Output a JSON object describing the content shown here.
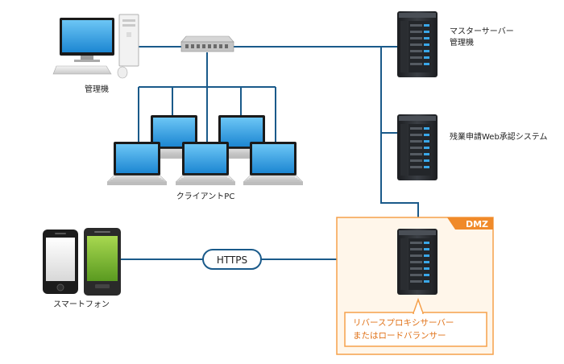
{
  "labels": {
    "admin_pc": "管理機",
    "client_pc": "クライアントPC",
    "master_server_line1": "マスターサーバー",
    "master_server_line2": "管理機",
    "overtime_server": "残業申請Web承認システム",
    "smartphone": "スマートフォン",
    "https": "HTTPS",
    "dmz": "DMZ",
    "proxy_line1": "リバースプロキシサーバー",
    "proxy_line2": "またはロードバランサー"
  },
  "colors": {
    "link_line": "#1a5a8a",
    "dmz_border": "#f5a04a",
    "dmz_fill": "#fff6ea",
    "dmz_tag": "#f08a2a",
    "callout_text": "#e0731a",
    "screen_blue": "#2a9ee0",
    "server_body": "#2f3236",
    "server_led": "#3aa7e8"
  },
  "icons": {
    "admin_pc": "desktop-computer-icon",
    "hub": "network-switch-icon",
    "client_pc": "laptop-icon",
    "server": "tower-server-icon",
    "smartphone": "smartphone-icon"
  }
}
